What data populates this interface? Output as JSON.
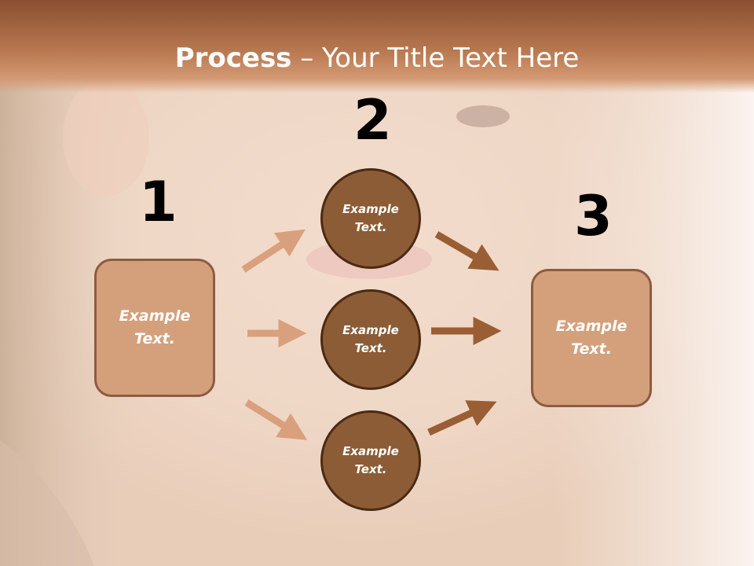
{
  "title": {
    "bold": "Process",
    "rest": " – Your Title Text Here"
  },
  "steps": {
    "one": {
      "number": "1",
      "text": "Example\nText."
    },
    "two": {
      "number": "2"
    },
    "three": {
      "number": "3",
      "text": "Example\nText."
    }
  },
  "circles": [
    {
      "text": "Example\nText."
    },
    {
      "text": "Example\nText."
    },
    {
      "text": "Example\nText."
    }
  ],
  "colors": {
    "header": "#b87850",
    "box_fill": "#d4a07c",
    "circle_fill": "#8c5c36",
    "arrow_light": "#d9a07e",
    "arrow_dark": "#9a5e34"
  }
}
